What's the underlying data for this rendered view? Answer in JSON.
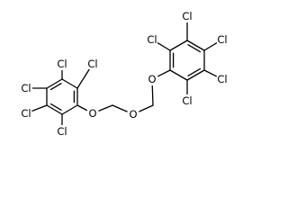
{
  "molecule": {
    "atoms": [
      {
        "id": "ClL1",
        "label": "Cl"
      },
      {
        "id": "ClL2",
        "label": "Cl"
      },
      {
        "id": "ClL3",
        "label": "Cl"
      },
      {
        "id": "ClL4",
        "label": "Cl"
      },
      {
        "id": "ClL5",
        "label": "Cl"
      },
      {
        "id": "O1",
        "label": "O"
      },
      {
        "id": "O2",
        "label": "O"
      },
      {
        "id": "O3",
        "label": "O"
      },
      {
        "id": "ClR1",
        "label": "Cl"
      },
      {
        "id": "ClR2",
        "label": "Cl"
      },
      {
        "id": "ClR3",
        "label": "Cl"
      },
      {
        "id": "ClR4",
        "label": "Cl"
      },
      {
        "id": "ClR5",
        "label": "Cl"
      }
    ]
  }
}
